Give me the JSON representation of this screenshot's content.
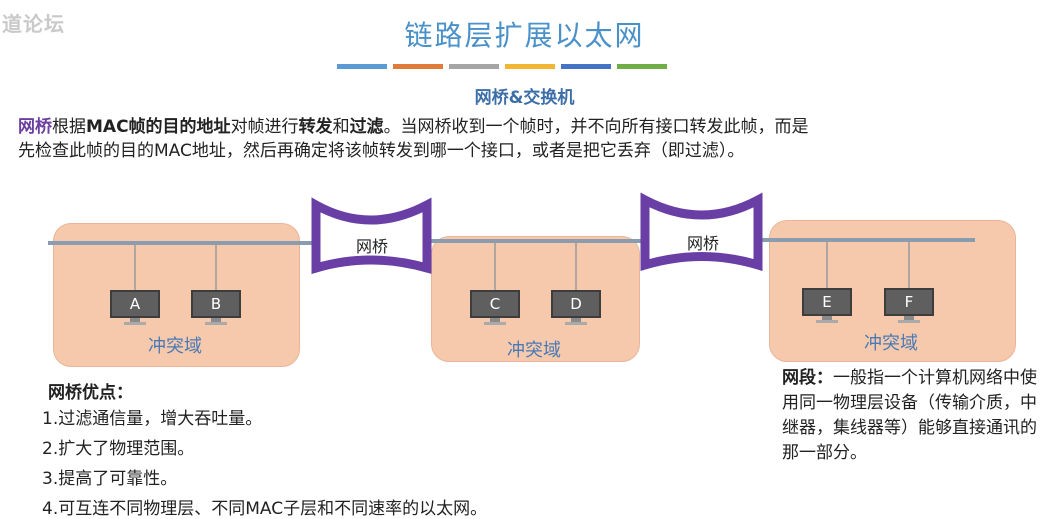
{
  "watermark": "道论坛",
  "title": "链路层扩展以太网",
  "subtitle": "网桥&交换机",
  "intro": {
    "p1_term": "网桥",
    "p1_a": "根据",
    "p1_b": "MAC帧的目的地址",
    "p1_c": "对帧进行",
    "p1_d": "转发",
    "p1_e": "和",
    "p1_f": "过滤",
    "p1_g": "。当网桥收到一个帧时，并不向所有接口转发此帧，而是",
    "p2": "先检查此帧的目的MAC地址，然后再确定将该帧转发到哪一个接口，或者是把它丢弃（即过滤）。"
  },
  "colors": {
    "bars": [
      "#5b9bd5",
      "#e07b39",
      "#a5a5a5",
      "#f2b632",
      "#4472c4",
      "#70ad47"
    ],
    "bus": "#8a9cb0",
    "bridge": "#6a3fa5"
  },
  "diagram": {
    "domain_label": "冲突域",
    "bridge_label": "网桥",
    "computers": [
      "A",
      "B",
      "C",
      "D",
      "E",
      "F"
    ]
  },
  "advantages": {
    "title": "网桥优点：",
    "items": [
      "1.过滤通信量，增大吞吐量。",
      "2.扩大了物理范围。",
      "3.提高了可靠性。",
      "4.可互连不同物理层、不同MAC子层和不同速率的以太网。"
    ]
  },
  "segment": {
    "term": "网段：",
    "text": "一般指一个计算机网络中使用同一物理层设备（传输介质，中继器，集线器等）能够直接通讯的那一部分。"
  }
}
